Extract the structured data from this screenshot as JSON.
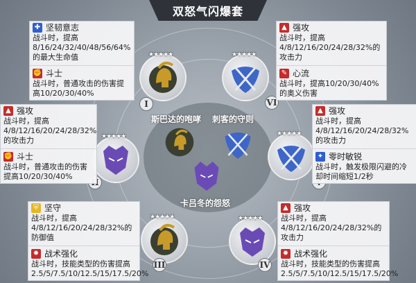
{
  "title": "双怒气闪爆套",
  "center": {
    "label_left": "斯巴达的咆哮",
    "label_right": "刺客的守则",
    "label_bottom": "卡吕冬的怨怒"
  },
  "slots": {
    "s1": {
      "stars": "★★★★★",
      "roman": "I"
    },
    "s2": {
      "stars": "★★★★★",
      "roman": "II"
    },
    "s3": {
      "stars": "★★★★★",
      "roman": "III"
    },
    "s4": {
      "stars": "★★★★★",
      "roman": "IV"
    },
    "s5": {
      "stars": "★★★★★",
      "roman": "V"
    },
    "s6": {
      "stars": "★★★★★",
      "roman": "VI"
    }
  },
  "cards": {
    "c1a": {
      "name": "坚韧意志",
      "icon": "blue",
      "desc": "战斗时，提高8/16/24/32/40/48/56/64%的最大生命值"
    },
    "c1b": {
      "name": "斗士",
      "icon": "red",
      "desc": "战斗时，普通攻击的伤害提高10/20/30/40%"
    },
    "c2a": {
      "name": "强攻",
      "icon": "red",
      "desc": "战斗时，提高4/8/12/16/20/24/28/32%的攻击力"
    },
    "c2b": {
      "name": "斗士",
      "icon": "red",
      "desc": "战斗时，普通攻击的伤害提高10/20/30/40%"
    },
    "c3a": {
      "name": "坚守",
      "icon": "yellow",
      "desc": "战斗时，提高4/8/12/16/20/24/28/32%的防御值"
    },
    "c3b": {
      "name": "战术强化",
      "icon": "red",
      "desc": "战斗时，技能类型的伤害提高2.5/5/7.5/10/12.5/15/17.5/20%"
    },
    "c4a": {
      "name": "强攻",
      "icon": "red",
      "desc": "战斗时，提高4/8/12/16/20/24/28/32%的攻击力"
    },
    "c4b": {
      "name": "战术强化",
      "icon": "red",
      "desc": "战斗时，技能类型的伤害提高2.5/5/7.5/10/12.5/15/17.5/20%"
    },
    "c5a": {
      "name": "强攻",
      "icon": "red",
      "desc": "战斗时，提高4/8/12/16/20/24/28/32%的攻击力"
    },
    "c5b": {
      "name": "零时敏锐",
      "icon": "blue",
      "desc": "战斗时，触发极限闪避的冷却时间缩短1/2秒"
    },
    "c6a": {
      "name": "强攻",
      "icon": "red",
      "desc": "战斗时，提高4/8/12/16/20/24/28/32%的攻击力"
    },
    "c6b": {
      "name": "心流",
      "icon": "red",
      "desc": "战斗时，提高10/20/30/40%的奥义伤害"
    }
  },
  "colors": {
    "spartan": "#c79a2a",
    "assassin": "#3d66c8",
    "calydon": "#6a4bb5",
    "accent_red": "#c62b2b"
  }
}
